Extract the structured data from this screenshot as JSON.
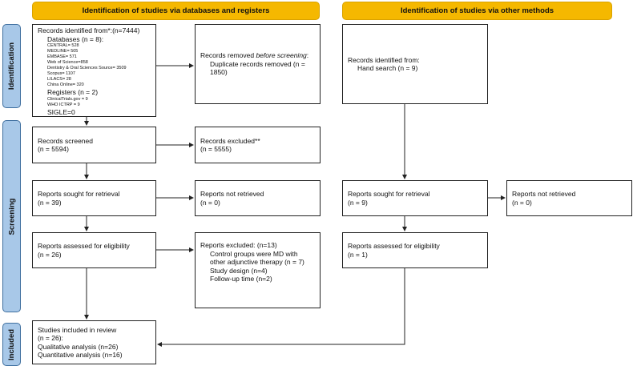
{
  "headers": {
    "databases": "Identification of studies via databases and registers",
    "other": "Identification of studies via other methods"
  },
  "phases": {
    "identification": "Identification",
    "screening": "Screening",
    "included": "Included"
  },
  "identified": {
    "title": "Records identified from*:(n=7444)",
    "databases": "Databases (n = 8):",
    "db_items": [
      "CENTRAL= 528",
      "MEDLINE= 505",
      "EMBASE= 571",
      "Web of Science=858",
      "Dentistry & Oral Sciences Source= 3509",
      "Scopus= 1107",
      "LILACS= 28",
      "China Online= 320"
    ],
    "registers": "Registers (n = 2)",
    "reg_items": [
      "ClinicalTrials.gov = 9",
      "WHO ICTRP = 9"
    ],
    "single": "SIGLE=0"
  },
  "removed": {
    "line1": "Records removed ",
    "line1_em": "before screening",
    "line1_end": ":",
    "line2": "Duplicate records removed (n = 1850)"
  },
  "screened": {
    "l1": "Records screened",
    "l2": "(n = 5594)"
  },
  "excluded": {
    "l1": "Records excluded**",
    "l2": "(n = 5555)"
  },
  "sought": {
    "l1": "Reports sought for retrieval",
    "l2": "(n = 39)"
  },
  "not_retrieved": {
    "l1": "Reports not retrieved",
    "l2": "(n = 0)"
  },
  "assessed": {
    "l1": "Reports assessed for eligibility",
    "l2": "(n = 26)"
  },
  "reports_excluded": {
    "l1": "Reports excluded: (n=13)",
    "items": [
      "Control groups were MD with other adjunctive therapy (n = 7)",
      "Study design (n=4)",
      "Follow-up time (n=2)"
    ]
  },
  "included": {
    "l1": "Studies included in review",
    "l2": "(n = 26):",
    "l3": "Qualitative analysis (n=26)",
    "l4": "Quantitative analysis (n=16)"
  },
  "other_identified": {
    "l1": "Records identified from:",
    "l2": "Hand search (n = 9)"
  },
  "other_sought": {
    "l1": "Reports sought for retrieval",
    "l2": "(n = 9)"
  },
  "other_not_retrieved": {
    "l1": "Reports not retrieved",
    "l2": "(n = 0)"
  },
  "other_assessed": {
    "l1": "Reports assessed for eligibility",
    "l2": "(n = 1)"
  },
  "colors": {
    "header": "#f5b800",
    "phase": "#a8c8e8"
  }
}
